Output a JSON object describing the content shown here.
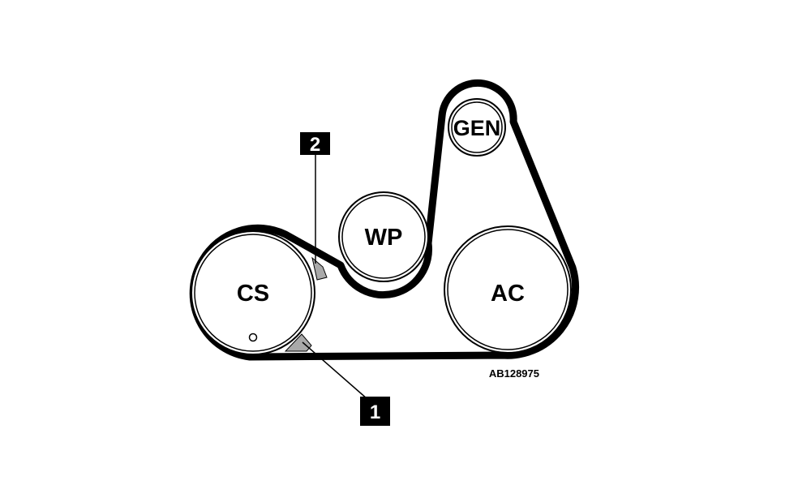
{
  "diagram": {
    "pulleys": {
      "cs": "CS",
      "wp": "WP",
      "gen": "GEN",
      "ac": "AC"
    },
    "callouts": {
      "one": "1",
      "two": "2"
    },
    "reference_code": "AB128975"
  }
}
